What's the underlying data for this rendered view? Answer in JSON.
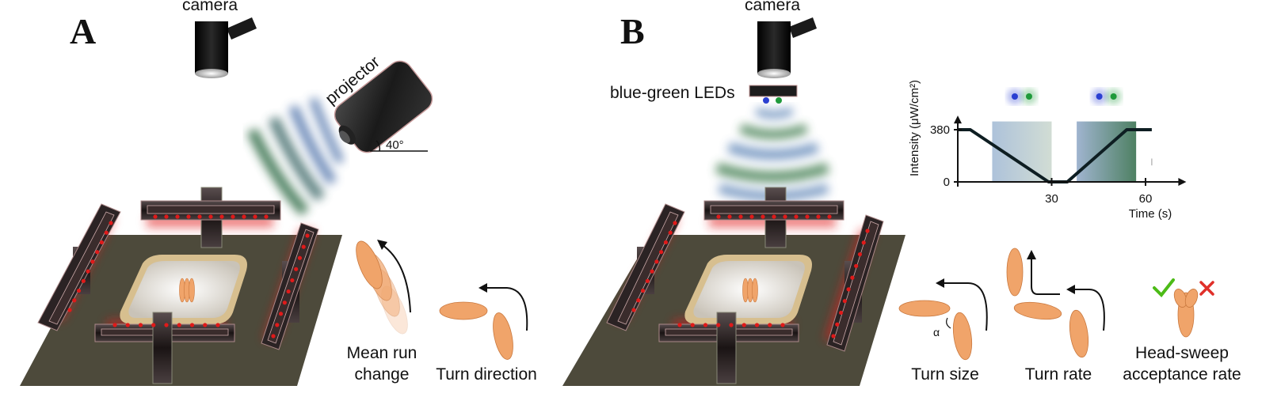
{
  "panel_a": {
    "letter": "A",
    "camera_label": "camera",
    "projector_label": "projector",
    "angle_label": "40°",
    "behaviors": [
      {
        "label_line1": "Mean run",
        "label_line2": "change"
      },
      {
        "label_line1": "Turn direction",
        "label_line2": ""
      }
    ]
  },
  "panel_b": {
    "letter": "B",
    "camera_label": "camera",
    "leds_label": "blue-green LEDs",
    "alpha_label": "α",
    "behaviors": [
      {
        "label_line1": "Turn size",
        "label_line2": ""
      },
      {
        "label_line1": "Turn rate",
        "label_line2": ""
      },
      {
        "label_line1": "Head-sweep",
        "label_line2": "acceptance rate"
      }
    ],
    "check_icon": "check-icon",
    "cross_icon": "cross-icon"
  },
  "colors": {
    "floor": "#4d4a3b",
    "rail": "#2b2324",
    "ir_led": "#e01a1a",
    "larva": "#f0a46a",
    "blue_light": "#5b83b5",
    "green_light": "#3c7a4e",
    "check": "#4cbb17",
    "cross": "#e0302a"
  },
  "chart_data": {
    "type": "line",
    "xlabel": "Time (s)",
    "ylabel": "Intensity (μW/cm²)",
    "x_ticks": [
      30,
      60
    ],
    "y_ticks": [
      0,
      380
    ],
    "xlim": [
      -1,
      72
    ],
    "ylim": [
      0,
      460
    ],
    "series": [
      {
        "x": [
          0,
          4,
          29,
          35,
          54,
          62
        ],
        "y": [
          380,
          380,
          0,
          0,
          380,
          380
        ]
      }
    ],
    "shaded_regions": [
      {
        "x_start": 11,
        "x_end": 30,
        "color": "blue-green gradient"
      },
      {
        "x_start": 38,
        "x_end": 57,
        "color": "blue-green gradient"
      }
    ]
  }
}
